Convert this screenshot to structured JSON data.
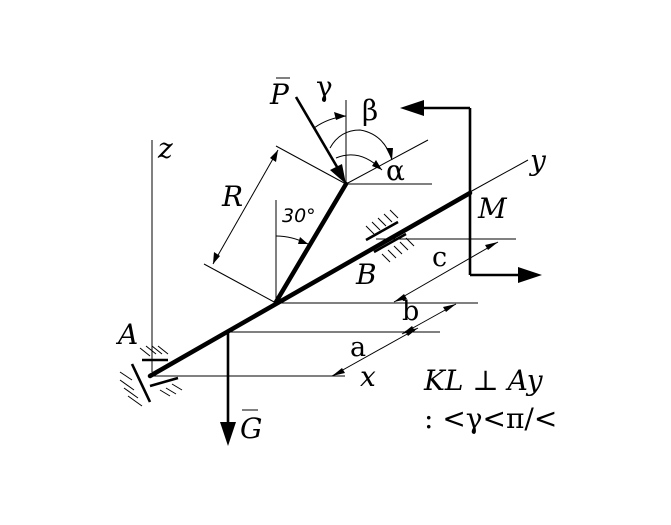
{
  "diagram": {
    "labels": {
      "z": "z",
      "y": "y",
      "x": "x",
      "A": "A",
      "B": "B",
      "M": "M",
      "R": "R",
      "a": "a",
      "b": "b",
      "c": "c",
      "angle_30": "30°",
      "alpha": "α",
      "beta": "β",
      "gamma": "γ",
      "P": "P",
      "G": "G"
    },
    "notes": {
      "line1": "KL ⊥ Ay",
      "line2": ": <γ<π/<"
    }
  }
}
